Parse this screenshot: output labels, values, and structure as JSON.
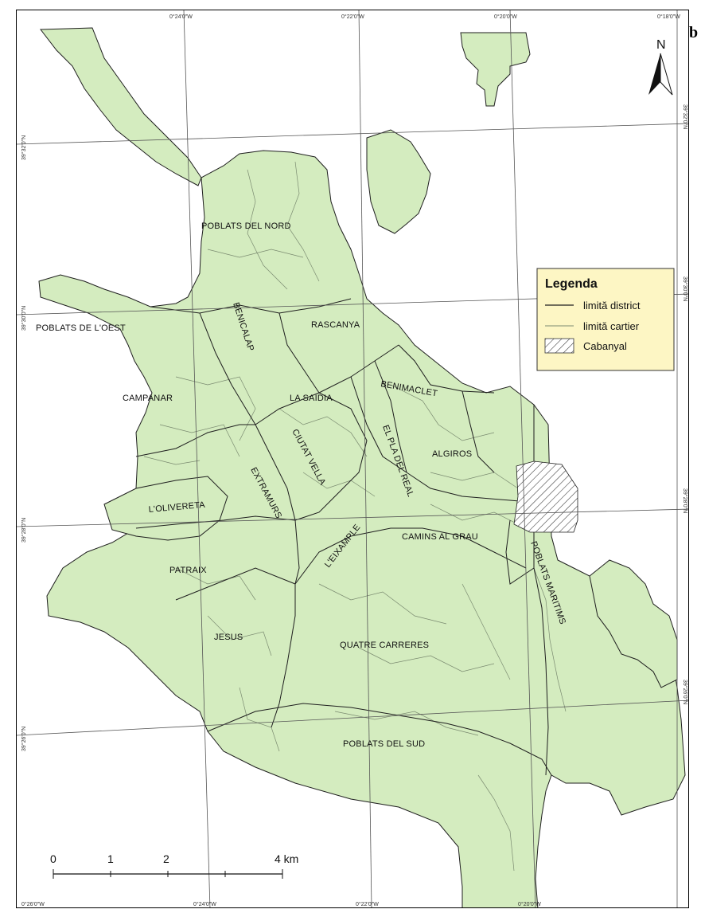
{
  "figure": {
    "panel_letter": "b"
  },
  "legend": {
    "title": "Legenda",
    "items": [
      {
        "label": "limită district",
        "style": "district-line"
      },
      {
        "label": "limită cartier",
        "style": "cartier-line"
      },
      {
        "label": "Cabanyal",
        "style": "hatch"
      }
    ]
  },
  "north_arrow": {
    "label": "N"
  },
  "scale_bar": {
    "ticks": [
      "0",
      "1",
      "2",
      "4 km"
    ]
  },
  "coordinates": {
    "top": [
      "0°24'0\"W",
      "0°22'0\"W",
      "0°20'0\"W",
      "0°18'0\"W"
    ],
    "bottom": [
      "0°26'0\"W",
      "0°24'0\"W",
      "0°22'0\"W",
      "0°20'0\"W"
    ],
    "left": [
      "39°32'0\"N",
      "39°30'0\"N",
      "39°28'0\"N",
      "39°26'0\"N"
    ],
    "right": [
      "39°32'0\"N",
      "39°30'0\"N",
      "39°28'0\"N",
      "39°26'0\"N"
    ]
  },
  "districts": [
    "POBLATS DEL NORD",
    "POBLATS DE L'OEST",
    "BENICALAP",
    "RASCANYA",
    "CAMPANAR",
    "BENIMACLET",
    "LA SAIDIA",
    "CIUTAT VELLA",
    "EL PLA DEL REAL",
    "ALGIROS",
    "EXTRAMURS",
    "L'OLIVERETA",
    "L'EIXAMPLE",
    "CAMINS AL GRAU",
    "PATRAIX",
    "POBLATS MARITIMS",
    "JESUS",
    "QUATRE CARRERES",
    "POBLATS DEL SUD"
  ],
  "colors": {
    "land": "#d4ecbf",
    "district_line": "#222222",
    "cartier_line": "#7a8a70",
    "legend_bg": "#fdf6c4",
    "grid": "#555555"
  }
}
